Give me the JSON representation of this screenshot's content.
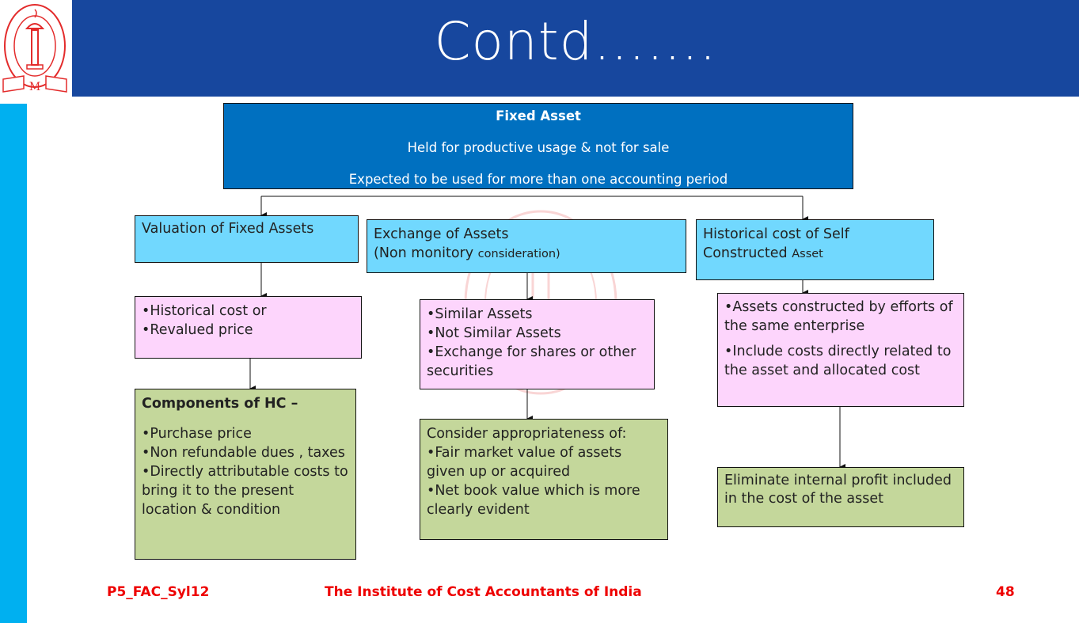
{
  "slide": {
    "title": "Contd…….",
    "logo_name": "The Institute of Cost Accountants of India emblem",
    "colors": {
      "header": "#17479e",
      "side_strip": "#00b0f0",
      "root": "#0070c0",
      "level1": "#71d8fe",
      "level2": "#fdd5fc",
      "level3": "#c4d79b",
      "footer_text": "#ee0000"
    }
  },
  "diagram": {
    "root": {
      "title": "Fixed Asset",
      "lines": [
        "Held for productive usage & not for sale",
        "Expected to be used for more than one accounting period"
      ]
    },
    "branches": [
      {
        "heading": "Valuation of Fixed Assets",
        "details": [
          "•Historical cost or",
          "•Revalued price"
        ],
        "outcome": {
          "title": "Components of HC –",
          "lines": [
            "•Purchase price",
            "•Non refundable dues , taxes",
            "•Directly attributable costs to bring it to the present location & condition"
          ]
        }
      },
      {
        "heading_main": "Exchange of Assets",
        "heading_sub_a": "(Non monitory ",
        "heading_sub_b": "consideration)",
        "details": [
          "•Similar Assets",
          "•Not Similar Assets",
          "•Exchange for shares or other securities"
        ],
        "outcome": {
          "title": "Consider appropriateness of:",
          "lines": [
            "•Fair market value of assets given up or acquired",
            "•Net book value which is more clearly evident"
          ]
        }
      },
      {
        "heading_a": "Historical cost of Self Constructed ",
        "heading_b": "Asset",
        "details": [
          "•Assets constructed by efforts of the same enterprise",
          "•Include costs directly related to the asset and allocated cost"
        ],
        "outcome": {
          "lines": [
            "Eliminate internal profit included in the cost of the asset"
          ]
        }
      }
    ]
  },
  "footer": {
    "code": "P5_FAC_Syl12",
    "institute": "The Institute of Cost Accountants of India",
    "page_number": "48"
  }
}
